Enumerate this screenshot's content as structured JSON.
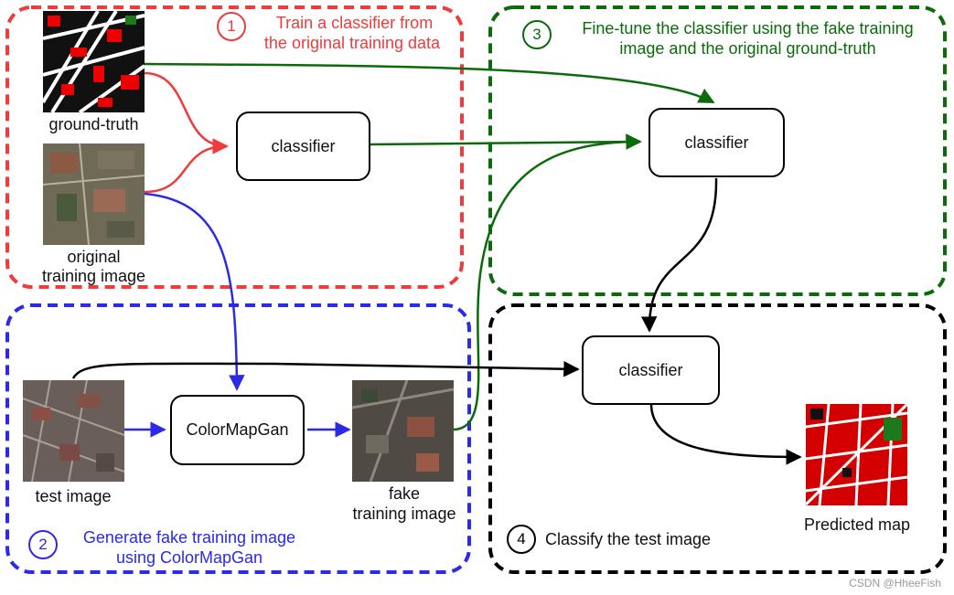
{
  "colors": {
    "red": "#ee3b3b",
    "green": "#0b6b0b",
    "blue": "#2a2ae8",
    "black": "#000000"
  },
  "sections": {
    "s1": {
      "number": "1",
      "caption_line1": "Train a classifier from",
      "caption_line2": "the original training data"
    },
    "s2": {
      "number": "2",
      "caption_line1": "Generate fake training image",
      "caption_line2": "using ColorMapGan"
    },
    "s3": {
      "number": "3",
      "caption_line1": "Fine-tune the classifier using the fake training",
      "caption_line2": "image and the original ground-truth"
    },
    "s4": {
      "number": "4",
      "caption_line1": "Classify the test image"
    }
  },
  "nodes": {
    "classifier_train": "classifier",
    "classifier_finetune": "classifier",
    "classifier_test": "classifier",
    "colormapgan": "ColorMapGan"
  },
  "image_labels": {
    "ground_truth": "ground-truth",
    "original_line1": "original",
    "original_line2": "training image",
    "test_image": "test image",
    "fake_line1": "fake",
    "fake_line2": "training image",
    "predicted_map": "Predicted map"
  },
  "watermark": "CSDN @HheeFish"
}
